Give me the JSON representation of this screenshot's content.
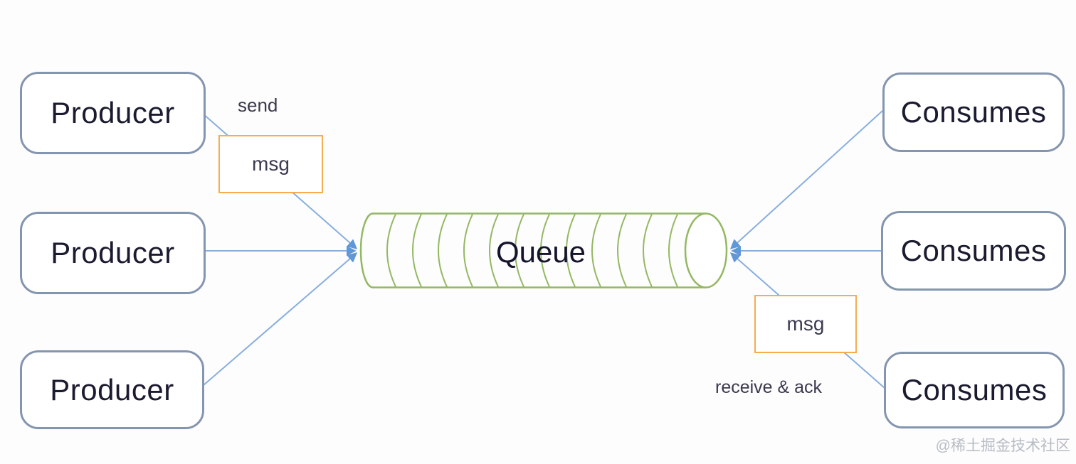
{
  "nodes": {
    "producers": [
      "Producer",
      "Producer",
      "Producer"
    ],
    "consumers": [
      "Consumes",
      "Consumes",
      "Consumes"
    ],
    "queue": "Queue"
  },
  "labels": {
    "send": "send",
    "msg_left": "msg",
    "msg_right": "msg",
    "receive_ack": "receive & ack"
  },
  "watermark": "@稀土掘金技术社区",
  "colors": {
    "node_border": "#8495af",
    "node_text": "#1b1b30",
    "arrow_line": "#89aede",
    "arrow_head": "#5f97d8",
    "queue_outline": "#94b862",
    "msg_border": "#f5ad4e",
    "edge_label_text": "#3a3a4e",
    "watermark_text": "#b8bcc4",
    "background": "#fdfdfe"
  }
}
